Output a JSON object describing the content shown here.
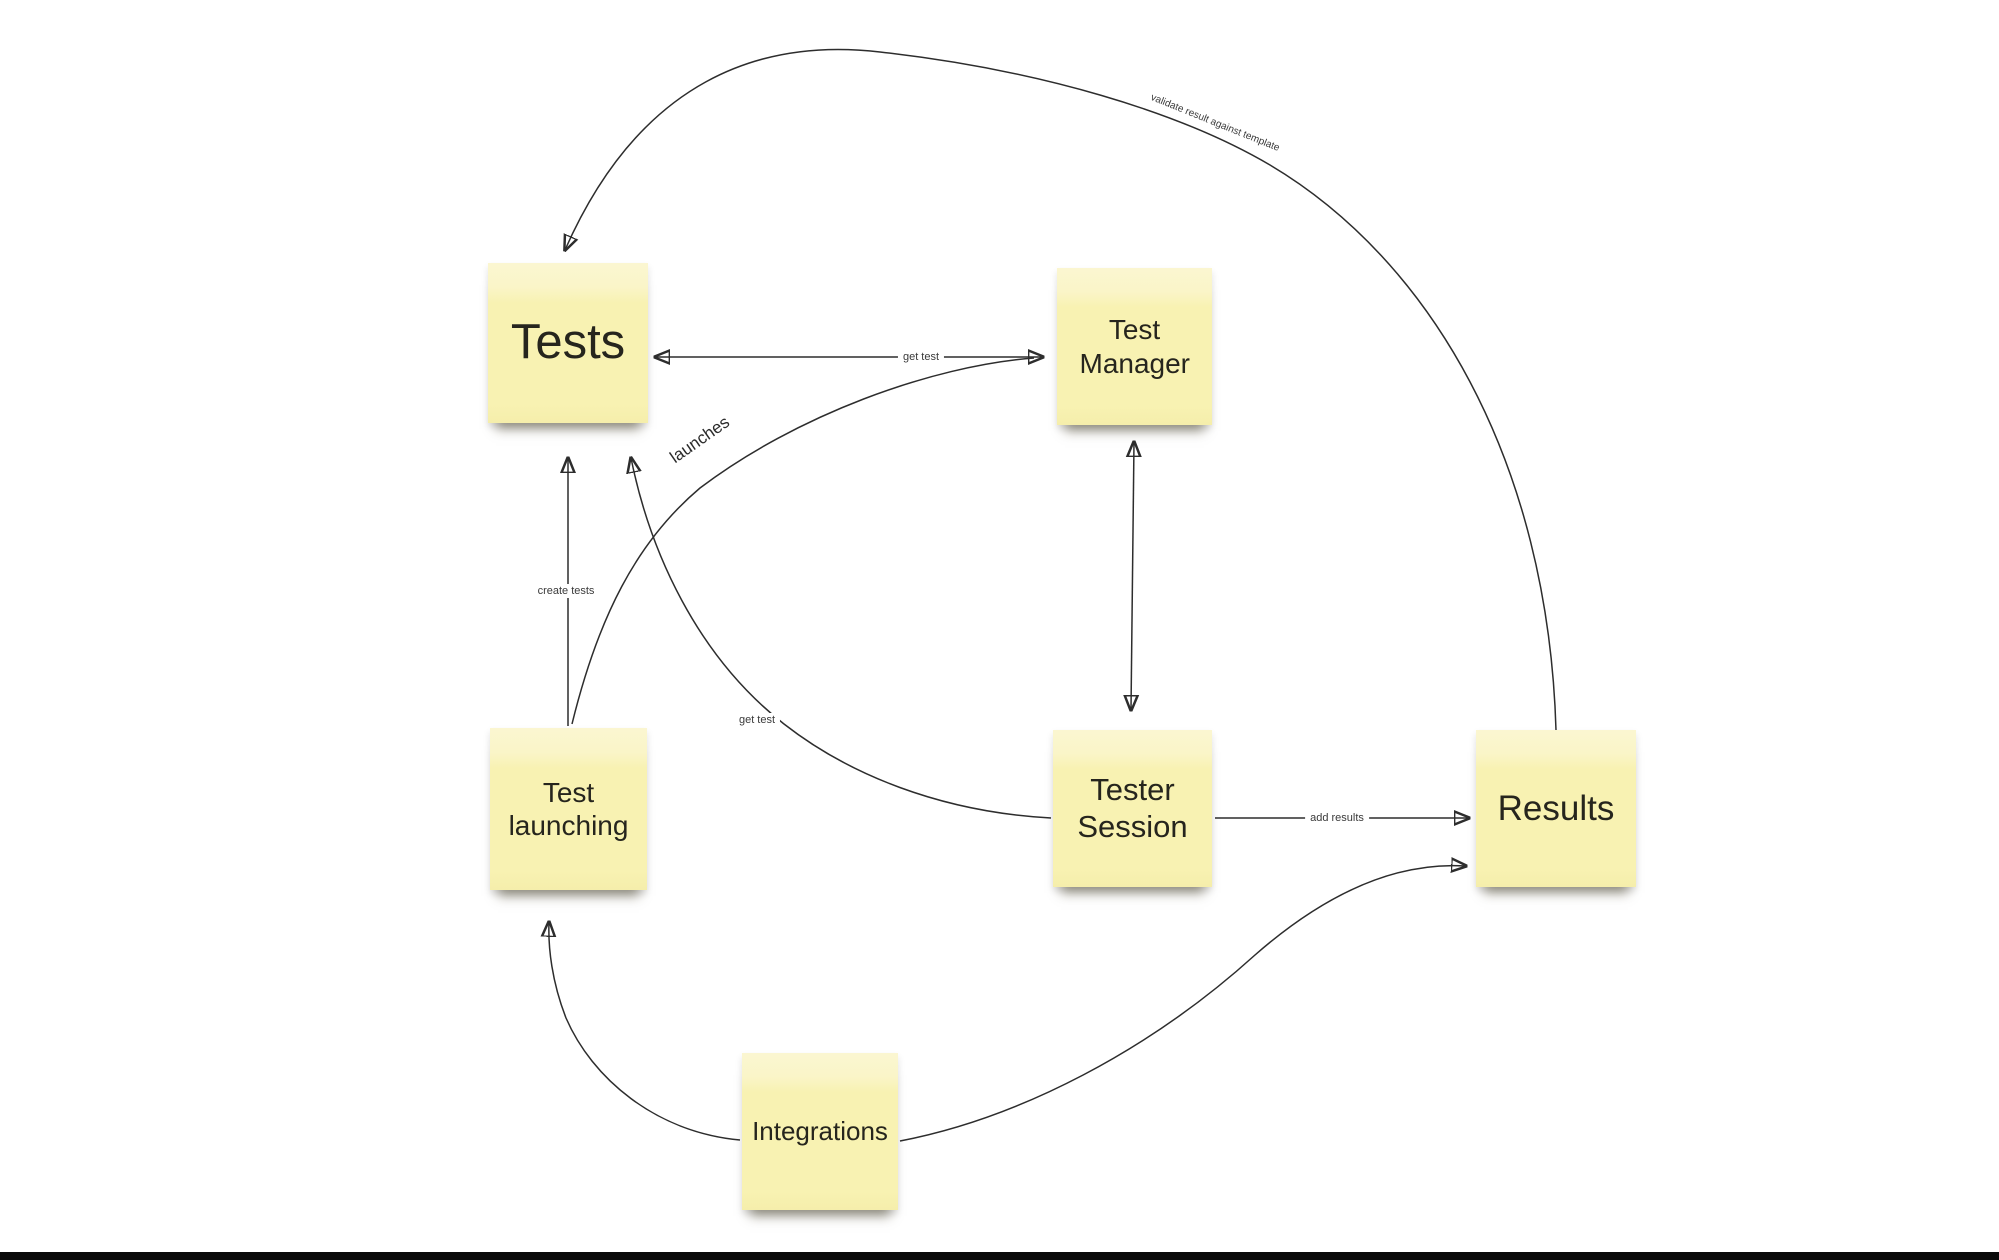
{
  "board": {
    "background_color": "#ffffff",
    "note_color": "#f8f2b2",
    "connector_color": "#2d2d2d",
    "bottom_bar_color": "#0a0a0a"
  },
  "notes": [
    {
      "id": "tests",
      "label": "Tests"
    },
    {
      "id": "test-manager",
      "label": "Test Manager"
    },
    {
      "id": "test-launching",
      "label": "Test launching"
    },
    {
      "id": "tester-session",
      "label": "Tester Session"
    },
    {
      "id": "results",
      "label": "Results"
    },
    {
      "id": "integrations",
      "label": "Integrations"
    }
  ],
  "edges": [
    {
      "id": "validate-result",
      "label": "validate result against template",
      "from": "Results",
      "to": "Tests"
    },
    {
      "id": "get-test-manager",
      "label": "get test",
      "from": "Test Manager",
      "to": "Tests"
    },
    {
      "id": "launches",
      "label": "launches",
      "from": "Test launching",
      "to": "Test Manager"
    },
    {
      "id": "create-tests",
      "label": "create tests",
      "from": "Test launching",
      "to": "Tests"
    },
    {
      "id": "get-test-session",
      "label": "get test",
      "from": "Tester Session",
      "to": "Tests"
    },
    {
      "id": "manager-session",
      "label": "",
      "from": "Test Manager",
      "to": "Tester Session"
    },
    {
      "id": "add-results",
      "label": "add results",
      "from": "Tester Session",
      "to": "Results"
    },
    {
      "id": "integrations-launching",
      "label": "",
      "from": "Integrations",
      "to": "Test launching"
    },
    {
      "id": "integrations-results",
      "label": "",
      "from": "Integrations",
      "to": "Results"
    }
  ]
}
